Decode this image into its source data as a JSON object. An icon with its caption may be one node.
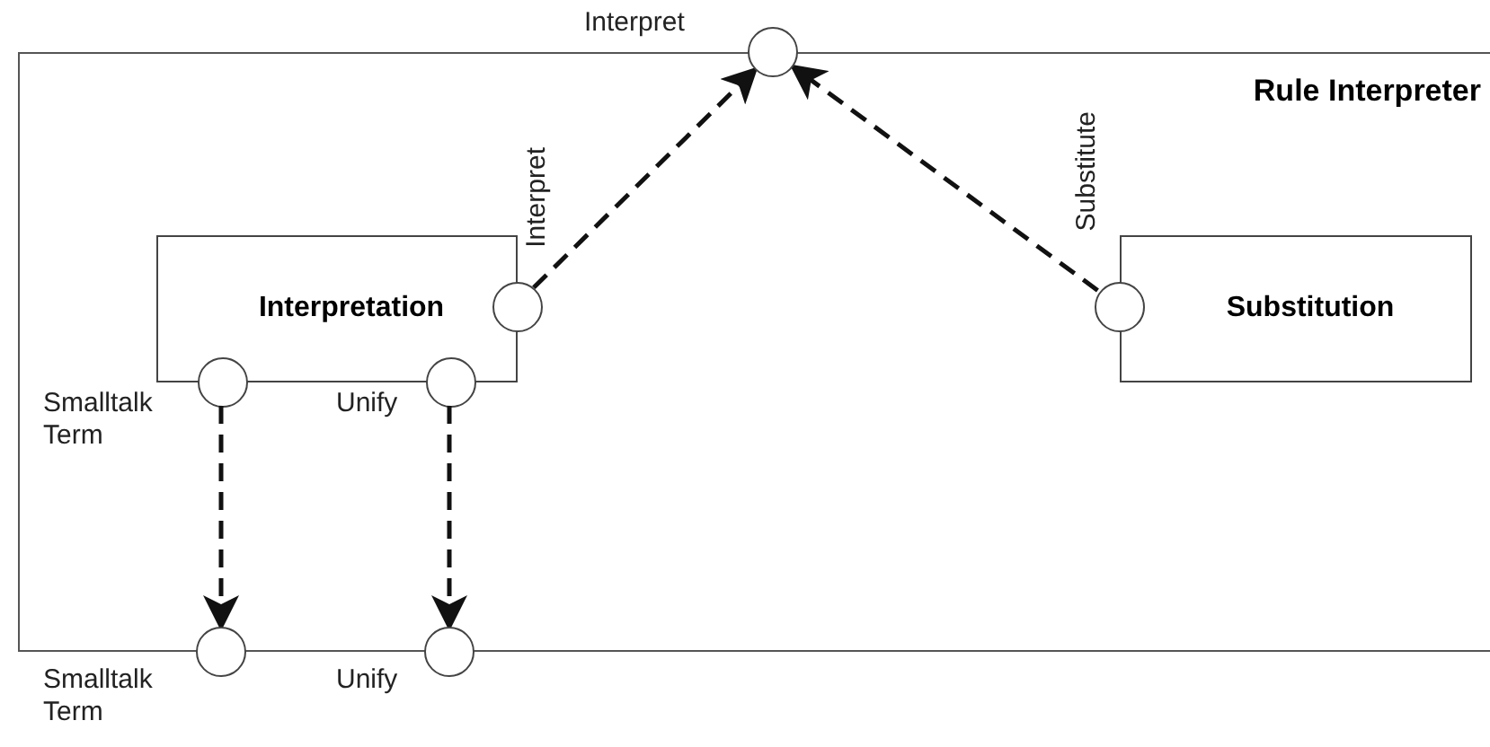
{
  "diagram": {
    "nodes": [
      {
        "text": [
          "Rule Interpreter"
        ]
      },
      {
        "text": [],
        "shape": "circle",
        "beside": [
          "Interpret"
        ]
      },
      {
        "text": [
          "Interpretation"
        ],
        "in": 0
      },
      {
        "text": [],
        "shape": "circle",
        "in": 0
      },
      {
        "text": [],
        "shape": "circle",
        "in": 0
      },
      {
        "text": [],
        "shape": "circle",
        "in": 0
      },
      {
        "text": [
          "Substitution"
        ],
        "in": 0
      },
      {
        "text": [],
        "shape": "circle",
        "in": 0
      },
      {
        "text": [],
        "shape": "circle",
        "beside": [
          "Smalltalk Term"
        ]
      },
      {
        "text": [],
        "shape": "circle",
        "beside": [
          "Unify"
        ]
      }
    ],
    "edges": [
      {
        "from": 3,
        "to": 1,
        "arrow": "to",
        "style": "dashed"
      },
      {
        "from": 7,
        "to": 1,
        "arrow": "to",
        "style": "dashed"
      },
      {
        "from": 4,
        "to": 8,
        "arrow": "to",
        "style": "dashed"
      },
      {
        "from": 5,
        "to": 9,
        "arrow": "to",
        "style": "dashed"
      }
    ],
    "labels": [
      "Interpret",
      "Substitute",
      "Smalltalk Term",
      "Unify"
    ]
  }
}
